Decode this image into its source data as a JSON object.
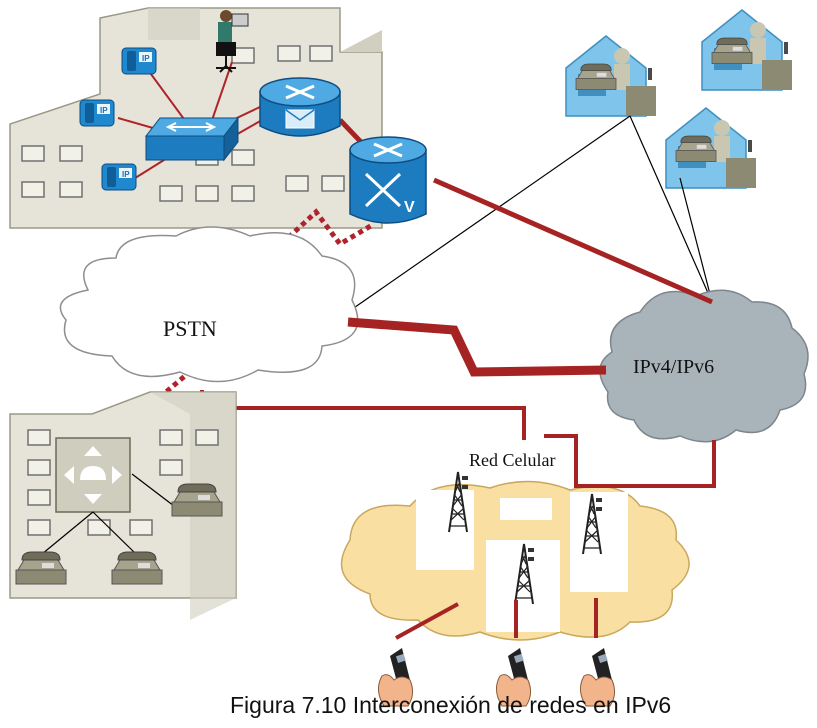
{
  "labels": {
    "pstn": "PSTN",
    "internet": "IPv4/IPv6",
    "cellular": "Red Celular"
  },
  "caption": "Figura 7.10 Interconexión de redes en IPv6",
  "colors": {
    "building": "#e6e4d8",
    "building_side": "#d1cfbf",
    "window": "#f2f1e8",
    "cisco_blue": "#1d7bc0",
    "trunk_red": "#a52423",
    "pstn_cloud": "#ffffff",
    "ip_cloud": "#a9b3ba",
    "cell_cloud": "#f9dfa1",
    "house": "#7fc4ea",
    "phone_gray": "#8d8a73"
  },
  "icons": [
    "ip-phone-icon",
    "switch-icon",
    "router-icon",
    "voice-gateway-icon",
    "pbx-icon",
    "desk-phone-icon",
    "cell-tower-icon",
    "mobile-phone-icon",
    "teleworker-icon"
  ]
}
